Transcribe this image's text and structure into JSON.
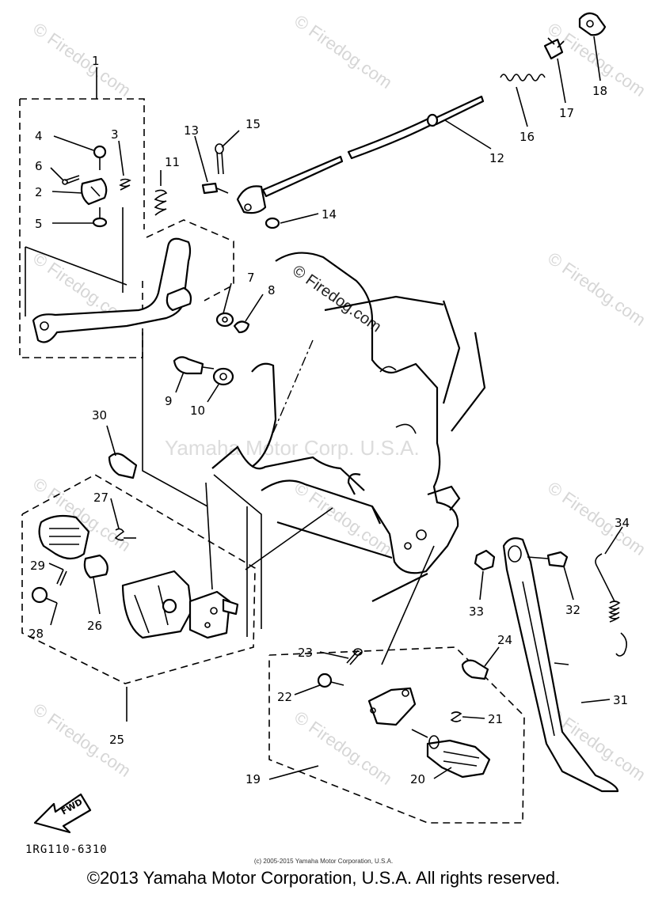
{
  "watermark": {
    "site": "© Firedog.com",
    "center": "Yamaha Motor Corp. U.S.A."
  },
  "diagram_code": "1RG110-6310",
  "fwd_label": "FWD",
  "small_copyright": "(c) 2005-2015 Yamaha Motor Corporation, U.S.A.",
  "copyright": "©2013 Yamaha Motor Corporation, U.S.A. All rights reserved.",
  "callouts": [
    "1",
    "2",
    "3",
    "4",
    "5",
    "6",
    "7",
    "8",
    "9",
    "10",
    "11",
    "12",
    "13",
    "14",
    "15",
    "16",
    "17",
    "18",
    "19",
    "20",
    "21",
    "22",
    "23",
    "24",
    "25",
    "26",
    "27",
    "28",
    "29",
    "30",
    "31",
    "32",
    "33",
    "34"
  ]
}
